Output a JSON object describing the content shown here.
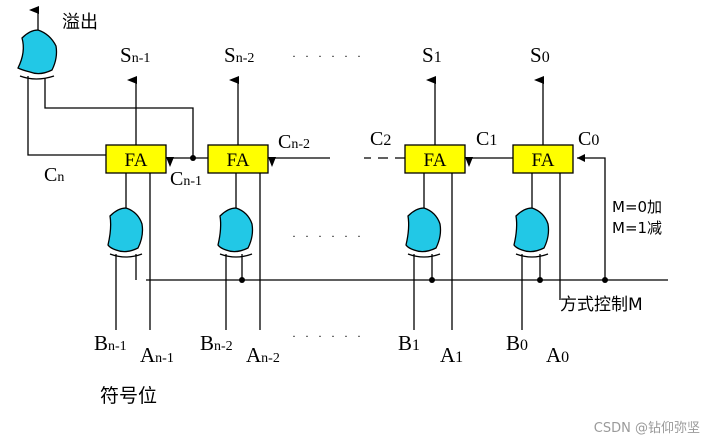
{
  "labels": {
    "overflow": "溢出",
    "fa": "FA",
    "sign_bit": "符号位",
    "mode_control": "方式控制M",
    "m_add": "M=0加",
    "m_sub": "M=1减",
    "dots": "· · · · · ·"
  },
  "sum_outputs": [
    {
      "base": "S",
      "sub": "n-1"
    },
    {
      "base": "S",
      "sub": "n-2"
    },
    {
      "base": "S",
      "sub": "1"
    },
    {
      "base": "S",
      "sub": "0"
    }
  ],
  "carries": [
    {
      "base": "C",
      "sub": "n"
    },
    {
      "base": "C",
      "sub": "n-1"
    },
    {
      "base": "C",
      "sub": "n-2"
    },
    {
      "base": "C",
      "sub": "2"
    },
    {
      "base": "C",
      "sub": "1"
    },
    {
      "base": "C",
      "sub": "0"
    }
  ],
  "b_inputs": [
    {
      "base": "B",
      "sub": "n-1"
    },
    {
      "base": "B",
      "sub": "n-2"
    },
    {
      "base": "B",
      "sub": "1"
    },
    {
      "base": "B",
      "sub": "0"
    }
  ],
  "a_inputs": [
    {
      "base": "A",
      "sub": "n-1"
    },
    {
      "base": "A",
      "sub": "n-2"
    },
    {
      "base": "A",
      "sub": "1"
    },
    {
      "base": "A",
      "sub": "0"
    }
  ],
  "watermark": "CSDN @钻仰弥坚",
  "colors": {
    "fa_fill": "#ffff00",
    "gate_fill": "#22c8e6",
    "wire": "#000000"
  }
}
